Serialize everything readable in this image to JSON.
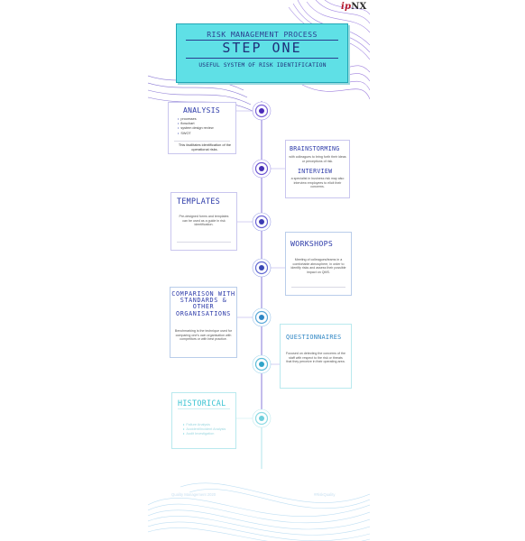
{
  "brand": {
    "logo_prefix": "ip",
    "logo_suffix": "NX"
  },
  "header": {
    "title": "RISK MANAGEMENT PROCESS",
    "step": "STEP ONE",
    "subtitle": "USEFUL SYSTEM OF RISK IDENTIFICATION"
  },
  "cards": {
    "analysis": {
      "title": "ANALYSIS",
      "items": [
        "processes",
        "flowchart",
        "system design review",
        "SWOT"
      ],
      "note": "This facilitates identification of the operational risks."
    },
    "brainstorming": {
      "title": "BRAINSTORMING",
      "text": "with colleagues to bring forth their ideas or perceptions of risk."
    },
    "interview": {
      "title": "INTERVIEW",
      "text": "a specialist in business risk may also interview employees to elicit their concerns."
    },
    "templates": {
      "title": "TEMPLATES",
      "text": "Pre-designed forms and templates can be used as a guide in risk identification."
    },
    "workshops": {
      "title": "WORKSHOPS",
      "text": "Meeting of colleagues/teams in a comfortable atmosphere, in order to identify risks and assess their possible impact on QMS."
    },
    "comparison": {
      "title": "COMPARISON WITH STANDARDS & OTHER ORGANISATIONS",
      "text": "Benchmarking is the technique used for comparing one's own organisation with competitors or with best practice."
    },
    "questionnaires": {
      "title": "QUESTIONNAIRES",
      "text": "Focused on detecting the concerns of the staff with respect to the risk or threats that they perceive in their operating area."
    },
    "historical": {
      "title": "HISTORICAL",
      "items": [
        "Failure Analysis",
        "Accident/Incident Analysis",
        "Audit Investigation"
      ]
    }
  },
  "footer": {
    "left": "Quality Management 2020",
    "right": "#RiskQuality"
  },
  "colors": {
    "accent": "#2b39a8",
    "banner": "#5fe0e6",
    "cyan": "#39c3d2",
    "purple": "#7b4fd6",
    "logo_red": "#b4182a"
  }
}
